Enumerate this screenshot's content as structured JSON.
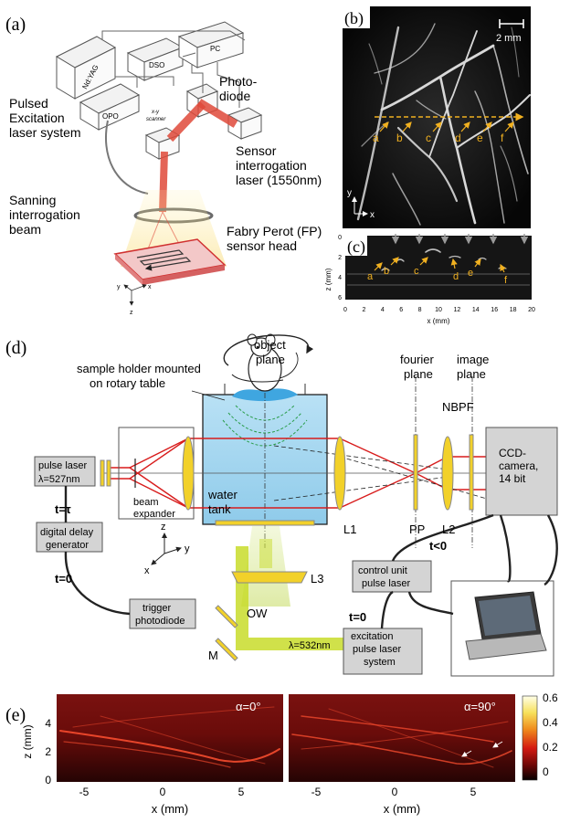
{
  "panel_a": {
    "tag": "(a)",
    "boxes": {
      "ndyag": "Nd:YAG",
      "opo": "OPO",
      "dso": "DSO",
      "pc": "PC",
      "xy_scanner_1": "x-y",
      "xy_scanner_2": "scanner"
    },
    "photodiode_1": "Photo-",
    "photodiode_2": "diode",
    "excitation_1": "Pulsed",
    "excitation_2": "Excitation",
    "excitation_3": "laser system",
    "sensor_1": "Sensor",
    "sensor_2": "interrogation",
    "sensor_3": "laser (1550nm)",
    "scanning_1": "Sanning",
    "scanning_2": "interrogation",
    "scanning_3": "beam",
    "fp_1": "Fabry Perot (FP)",
    "fp_2": "sensor head",
    "axes": {
      "x": "x",
      "y": "y",
      "z": "z"
    }
  },
  "panel_b": {
    "tag": "(b)",
    "scalebar": "2 mm",
    "markers": [
      "a",
      "b",
      "c",
      "d",
      "e",
      "f"
    ],
    "axes": {
      "x": "x",
      "y": "y"
    }
  },
  "panel_c": {
    "tag": "(c)",
    "ylabel": "z (mm)",
    "xlabel": "x (mm)",
    "yticks": [
      "0",
      "2",
      "4",
      "6"
    ],
    "xticks": [
      "0",
      "2",
      "4",
      "6",
      "8",
      "10",
      "12",
      "14",
      "16",
      "18",
      "20"
    ],
    "markers": [
      "a",
      "b",
      "c",
      "d",
      "e",
      "f"
    ]
  },
  "panel_d": {
    "tag": "(d)",
    "sample_holder_1": "sample  holder mounted",
    "sample_holder_2": "on rotary table",
    "object_plane_1": "object",
    "object_plane_2": "plane",
    "fourier_plane_1": "fourier",
    "fourier_plane_2": "plane",
    "image_plane_1": "image",
    "image_plane_2": "plane",
    "nbpf": "NBPF",
    "pulse_laser_1": "pulse laser",
    "pulse_laser_2": "λ=527nm",
    "beam_expander_1": "beam",
    "beam_expander_2": "expander",
    "water_tank_1": "water",
    "water_tank_2": "tank",
    "ccd_1": "CCD-",
    "ccd_2": "camera,",
    "ccd_3": "14 bit",
    "t_tau": "t=τ",
    "digital_delay_1": "digital delay",
    "digital_delay_2": "generator",
    "t_zero_left": "t=0",
    "trigger_1": "trigger",
    "trigger_2": "photodiode",
    "control_1": "control unit",
    "control_2": "pulse laser",
    "t_less": "t<0",
    "t_zero_right": "t=0",
    "excitation_1": "excitation",
    "excitation_2": "pulse laser",
    "excitation_3": "system",
    "wavelength": "λ=532nm",
    "l1": "L1",
    "l2": "L2",
    "l3": "L3",
    "pp": "PP",
    "ow": "OW",
    "m": "M",
    "axes": {
      "x": "x",
      "y": "y",
      "z": "z"
    }
  },
  "panel_e": {
    "tag": "(e)",
    "ylabel": "z (mm)",
    "xlabel": "x (mm)",
    "left_angle": "α=0°",
    "right_angle": "α=90°",
    "yticks": [
      "0",
      "2",
      "4"
    ],
    "xticks": [
      "-5",
      "0",
      "5"
    ],
    "colorbar_ticks": [
      "0.6",
      "0.4",
      "0.2",
      "0"
    ]
  }
}
